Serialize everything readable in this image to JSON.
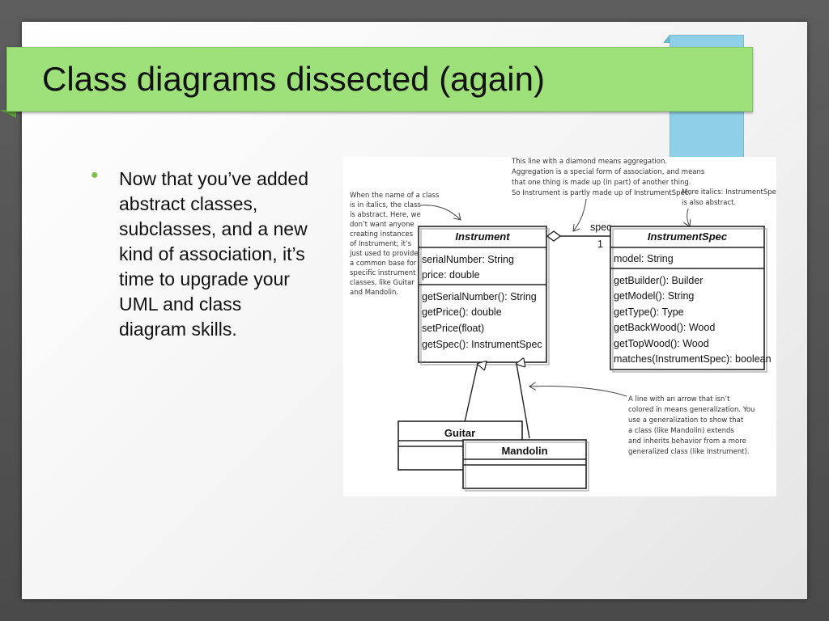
{
  "slide": {
    "title": "Class diagrams dissected (again)",
    "bullets": [
      "Now that you’ve added abstract classes, subclasses, and a new kind of association, it’s time to upgrade your UML and class diagram skills."
    ]
  },
  "diagram": {
    "association": {
      "label": "spec",
      "multiplicity": "1"
    },
    "classes": {
      "instrument": {
        "name": "Instrument",
        "attributes": [
          "serialNumber: String",
          "price: double"
        ],
        "operations": [
          "getSerialNumber(): String",
          "getPrice(): double",
          "setPrice(float)",
          "getSpec(): InstrumentSpec"
        ]
      },
      "instrument_spec": {
        "name": "InstrumentSpec",
        "attributes": [
          "model: String"
        ],
        "operations": [
          "getBuilder(): Builder",
          "getModel(): String",
          "getType(): Type",
          "getBackWood(): Wood",
          "getTopWood(): Wood",
          "matches(InstrumentSpec): boolean"
        ]
      },
      "guitar": {
        "name": "Guitar"
      },
      "mandolin": {
        "name": "Mandolin"
      }
    },
    "notes": {
      "italics": [
        "When the name of a class",
        "is in italics, the class",
        "is abstract. Here, we",
        "don’t want anyone",
        "creating instances",
        "of Instrument; it’s",
        "just used to provide",
        "a common base for",
        "specific instrument",
        "classes, like Guitar",
        "and Mandolin."
      ],
      "aggregation": [
        "This line with a diamond means aggregation.",
        "Aggregation is a special form of association, and means",
        "that one thing is made up (in part) of another thing.",
        "So Instrument is partly made up of InstrumentSpec."
      ],
      "more_italics": [
        "More italics: InstrumentSpec",
        "is also abstract."
      ],
      "generalization": [
        "A line with an arrow that isn’t",
        "colored in means generalization. You",
        "use a generalization to show that",
        "a class (like Mandolin) extends",
        "and inherits behavior from a more",
        "generalized class (like Instrument)."
      ]
    }
  },
  "colors": {
    "title_bar": "#9ee07a",
    "accent_tab": "#8fd0e6",
    "bullet": "#7ac143"
  }
}
